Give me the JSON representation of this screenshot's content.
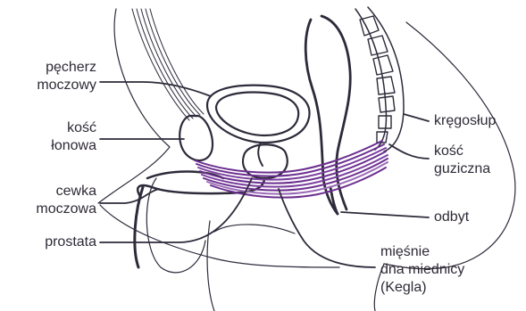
{
  "colors": {
    "outline": "#2e2a3a",
    "muscle": "#6b2f8f",
    "muscle_light": "#9a6bb8",
    "text": "#2e2a36",
    "background": "#ffffff"
  },
  "labels": {
    "bladder": [
      "pęcherz",
      "moczowy"
    ],
    "pubic_bone": [
      "kość",
      "łonowa"
    ],
    "urethra": [
      "cewka",
      "moczowa"
    ],
    "prostate": [
      "prostata"
    ],
    "spine": [
      "kręgosłup"
    ],
    "coccyx": [
      "kość",
      "guziczna"
    ],
    "anus": [
      "odbyt"
    ],
    "pelvic_floor": [
      "mięśnie",
      "dna miednicy",
      "(Kegla)"
    ]
  }
}
